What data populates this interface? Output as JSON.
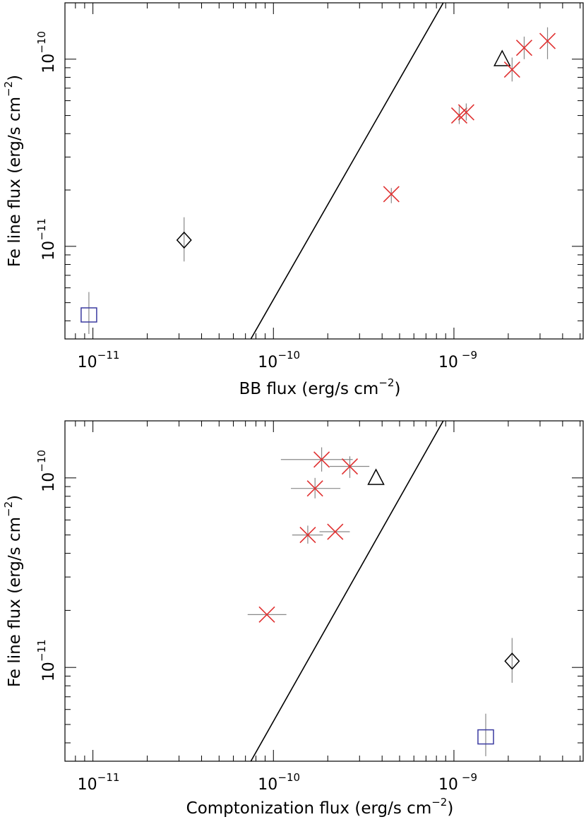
{
  "chart_data": [
    {
      "type": "scatter",
      "xlabel": "BB flux (erg/s cm",
      "ylabel": "Fe line flux (erg/s cm",
      "unit_exponent": "−2",
      "xscale": "log",
      "yscale": "log",
      "xlim": [
        7e-12,
        5.2e-09
      ],
      "ylim": [
        3.2e-12,
        2e-10
      ],
      "xticks": [
        {
          "base": "10",
          "exp": "−11"
        },
        {
          "base": "10",
          "exp": "−10"
        },
        {
          "base": "10",
          "exp": "−9"
        }
      ],
      "yticks": [
        {
          "base": "10",
          "exp": "−11"
        },
        {
          "base": "10",
          "exp": "−10"
        }
      ],
      "reference_line": {
        "slope_loglog": 1.685,
        "x0": 7.5e-11,
        "y0": 3.2e-12
      },
      "points": [
        {
          "marker": "square",
          "color": "#3a3aa0",
          "x": 9.5e-12,
          "y": 4.3e-12,
          "yerr": [
            3.4e-12,
            5.7e-12
          ]
        },
        {
          "marker": "diamond",
          "color": "#000000",
          "x": 3.2e-11,
          "y": 1.08e-11,
          "yerr": [
            8.3e-12,
            1.43e-11
          ]
        },
        {
          "marker": "triangle",
          "color": "#000000",
          "x": 1.85e-09,
          "y": 9.9e-11
        },
        {
          "marker": "x",
          "color": "#e03030",
          "x": 4.5e-10,
          "y": 1.9e-11,
          "yerr": [
            1.7e-11,
            2.05e-11
          ]
        },
        {
          "marker": "x",
          "color": "#e03030",
          "x": 1.07e-09,
          "y": 5e-11,
          "yerr": [
            4.5e-11,
            5.6e-11
          ]
        },
        {
          "marker": "x",
          "color": "#e03030",
          "x": 1.17e-09,
          "y": 5.2e-11,
          "yerr": [
            4.7e-11,
            5.8e-11
          ]
        },
        {
          "marker": "x",
          "color": "#e03030",
          "x": 2.1e-09,
          "y": 8.8e-11,
          "yerr": [
            7.6e-11,
            1.02e-10
          ]
        },
        {
          "marker": "x",
          "color": "#e03030",
          "x": 2.45e-09,
          "y": 1.15e-10,
          "yerr": [
            1e-10,
            1.32e-10
          ]
        },
        {
          "marker": "x",
          "color": "#e03030",
          "x": 3.3e-09,
          "y": 1.25e-10,
          "yerr": [
            1e-10,
            1.48e-10
          ]
        }
      ]
    },
    {
      "type": "scatter",
      "xlabel": "Comptonization flux (erg/s cm",
      "ylabel": "Fe line flux (erg/s cm",
      "unit_exponent": "−2",
      "xscale": "log",
      "yscale": "log",
      "xlim": [
        7e-12,
        5.2e-09
      ],
      "ylim": [
        3.2e-12,
        2e-10
      ],
      "xticks": [
        {
          "base": "10",
          "exp": "−11"
        },
        {
          "base": "10",
          "exp": "−10"
        },
        {
          "base": "10",
          "exp": "−9"
        }
      ],
      "yticks": [
        {
          "base": "10",
          "exp": "−11"
        },
        {
          "base": "10",
          "exp": "−10"
        }
      ],
      "reference_line": {
        "slope_loglog": 1.685,
        "x0": 7.5e-11,
        "y0": 3.2e-12
      },
      "points": [
        {
          "marker": "square",
          "color": "#3a3aa0",
          "x": 1.5e-09,
          "y": 4.3e-12,
          "yerr": [
            3.4e-12,
            5.7e-12
          ]
        },
        {
          "marker": "diamond",
          "color": "#000000",
          "x": 2.1e-09,
          "y": 1.08e-11,
          "yerr": [
            8.3e-12,
            1.43e-11
          ]
        },
        {
          "marker": "triangle",
          "color": "#000000",
          "x": 3.7e-10,
          "y": 9.9e-11
        },
        {
          "marker": "x",
          "color": "#e03030",
          "x": 9.2e-11,
          "y": 1.9e-11,
          "xerr": [
            7.2e-11,
            1.18e-10
          ]
        },
        {
          "marker": "x",
          "color": "#e03030",
          "x": 1.55e-10,
          "y": 5e-11,
          "xerr": [
            1.27e-10,
            1.88e-10
          ],
          "yerr": [
            4.5e-11,
            5.6e-11
          ]
        },
        {
          "marker": "x",
          "color": "#e03030",
          "x": 2.2e-10,
          "y": 5.2e-11,
          "xerr": [
            1.8e-10,
            2.65e-10
          ]
        },
        {
          "marker": "x",
          "color": "#e03030",
          "x": 1.7e-10,
          "y": 8.8e-11,
          "xerr": [
            1.25e-10,
            2.35e-10
          ],
          "yerr": [
            7.8e-11,
            1e-10
          ]
        },
        {
          "marker": "x",
          "color": "#e03030",
          "x": 1.85e-10,
          "y": 1.25e-10,
          "xerr": [
            1.1e-10,
            2.75e-10
          ],
          "yerr": [
            1.08e-10,
            1.45e-10
          ]
        },
        {
          "marker": "x",
          "color": "#e03030",
          "x": 2.65e-10,
          "y": 1.15e-10,
          "xerr": [
            2.05e-10,
            3.4e-10
          ],
          "yerr": [
            1e-10,
            1.3e-10
          ]
        }
      ]
    }
  ]
}
